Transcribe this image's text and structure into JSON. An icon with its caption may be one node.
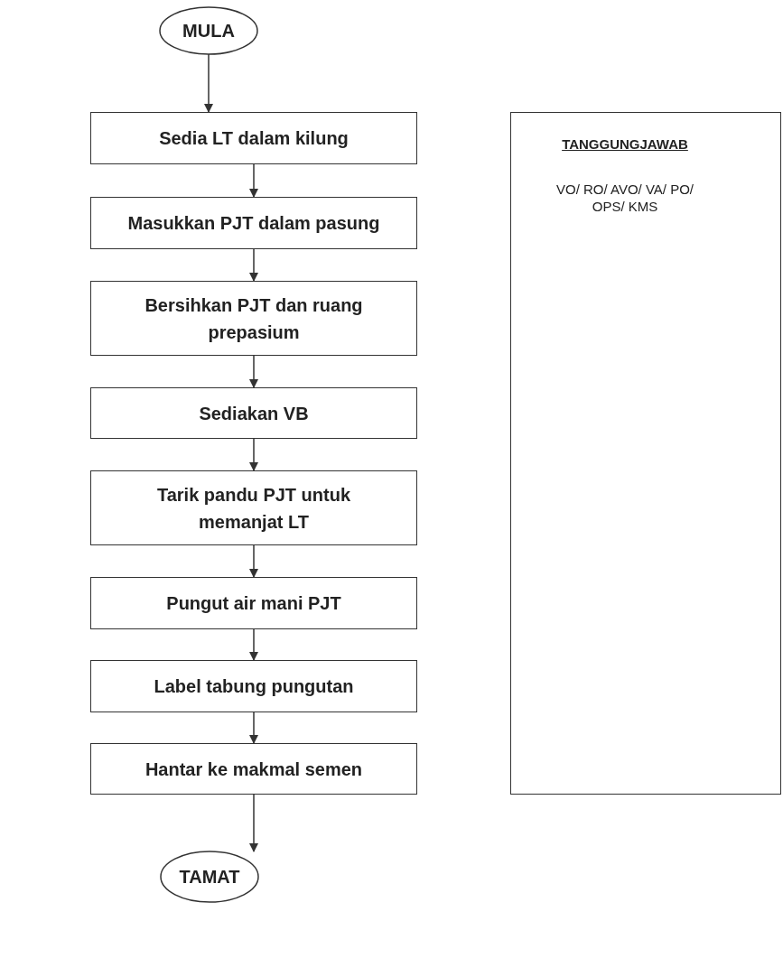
{
  "diagram": {
    "nodes": [
      {
        "text": [
          "MULA"
        ]
      },
      {
        "text": [
          "Sedia LT dalam kilung"
        ]
      },
      {
        "text": [
          "Masukkan PJT dalam pasung"
        ]
      },
      {
        "text": [
          "Bersihkan PJT dan ruang prepasium"
        ]
      },
      {
        "text": [
          "Sediakan VB"
        ]
      },
      {
        "text": [
          "Tarik pandu PJT untuk memanjat LT"
        ]
      },
      {
        "text": [
          "Pungut air mani PJT"
        ]
      },
      {
        "text": [
          "Label tabung pungutan"
        ]
      },
      {
        "text": [
          "Hantar ke makmal semen"
        ]
      },
      {
        "text": [
          "TAMAT"
        ]
      },
      {
        "text": [
          "TANGGUNGJAWAB",
          "VO/ RO/ AVO/ VA/ PO/ OPS/ KMS"
        ]
      }
    ],
    "edges": [
      {
        "from": 0,
        "to": 1,
        "arrow": "to"
      },
      {
        "from": 1,
        "to": 2,
        "arrow": "to"
      },
      {
        "from": 2,
        "to": 3,
        "arrow": "to"
      },
      {
        "from": 3,
        "to": 4,
        "arrow": "to"
      },
      {
        "from": 4,
        "to": 5,
        "arrow": "to"
      },
      {
        "from": 5,
        "to": 6,
        "arrow": "to"
      },
      {
        "from": 6,
        "to": 7,
        "arrow": "to"
      },
      {
        "from": 7,
        "to": 8,
        "arrow": "to"
      },
      {
        "from": 8,
        "to": 9,
        "arrow": "to"
      }
    ]
  }
}
